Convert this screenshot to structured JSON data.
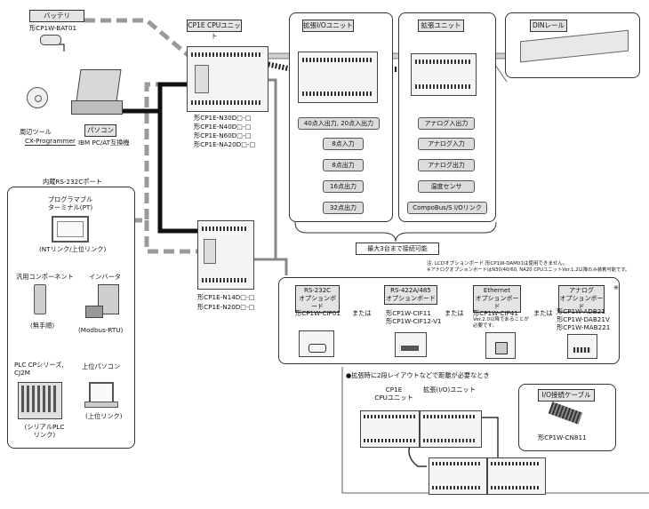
{
  "battery": {
    "header": "バッテリ",
    "model": "形CP1W-BAT01"
  },
  "cpu": {
    "header": "CP1E CPUユニット",
    "models_top": [
      "形CP1E-N30D□-□",
      "形CP1E-N40D□-□",
      "形CP1E-N60D□-□",
      "形CP1E-NA20D□-□"
    ],
    "models_bottom": [
      "形CP1E-N14D□-□",
      "形CP1E-N20D□-□"
    ]
  },
  "pc": {
    "tool_label": "周辺ツール",
    "tool_name": "CX-Programmer",
    "header": "パソコン",
    "compat": "IBM PC/AT互換機"
  },
  "io_unit": {
    "header": "拡張I/Oユニット",
    "items": [
      "40点入出力, 20点入出力",
      "8点入力",
      "8点出力",
      "16点出力",
      "32点出力"
    ]
  },
  "ext_unit": {
    "header": "拡張ユニット",
    "items": [
      "アナログ入出力",
      "アナログ入力",
      "アナログ出力",
      "温度センサ",
      "CompoBus/S  I/Oリンク"
    ]
  },
  "din": {
    "header": "DINレール"
  },
  "max_label": "最大3台まで接続可能",
  "rs232_port": {
    "title": "内蔵RS-232Cポート",
    "pt_label": "プログラマブル\nターミナル(PT)",
    "pt_link": "(NTリンク/上位リンク)",
    "comp_label": "汎用コンポーネント",
    "comp_link": "(無手順)",
    "inv_label": "インバータ",
    "inv_link": "(Modbus-RTU)",
    "plc_label": "PLC CPシリーズ,\nCJ2M",
    "plc_link": "(シリアルPLC\nリンク)",
    "host_label": "上位パソコン",
    "host_link": "(上位リンク)"
  },
  "options": {
    "note1": "注. LCDオプションボード 形CP1W-DAM01は使用できません。",
    "note2": "※アナログオプションボードはN30/40/60, NA20 CPUユニットVer.1.2以降のみ装着可能です。",
    "asterisk": "※",
    "or_label": "または",
    "boards": [
      {
        "header": "RS-232C\nオプションボード",
        "models": [
          "形CP1W-CIF01"
        ]
      },
      {
        "header": "RS-422A/485\nオプションボード",
        "models": [
          "形CP1W-CIF11",
          "形CP1W-CIF12-V1"
        ]
      },
      {
        "header": "Ethernet\nオプションボード",
        "models": [
          "形CP1W-CIF41"
        ],
        "note": "Ver.2.0以降であることが\n必要です。"
      },
      {
        "header": "アナログ\nオプションボード",
        "models": [
          "形CP1W-ADB21",
          "形CP1W-DAB21V",
          "形CP1W-MAB221"
        ]
      }
    ]
  },
  "layout2": {
    "title": "●拡張時に2段レイアウトなどで距離が必要なとき",
    "cpu_label": "CP1E\nCPUユニット",
    "io_label": "拡張(I/O)ユニット",
    "cable_header": "I/O接続ケーブル",
    "cable_model": "形CP1W-CN811"
  },
  "colors": {
    "header_fill": "#e4e4e4",
    "button_fill": "#dcdcdc",
    "dashed_line": "#9a9a9a",
    "cable": "#111111"
  }
}
